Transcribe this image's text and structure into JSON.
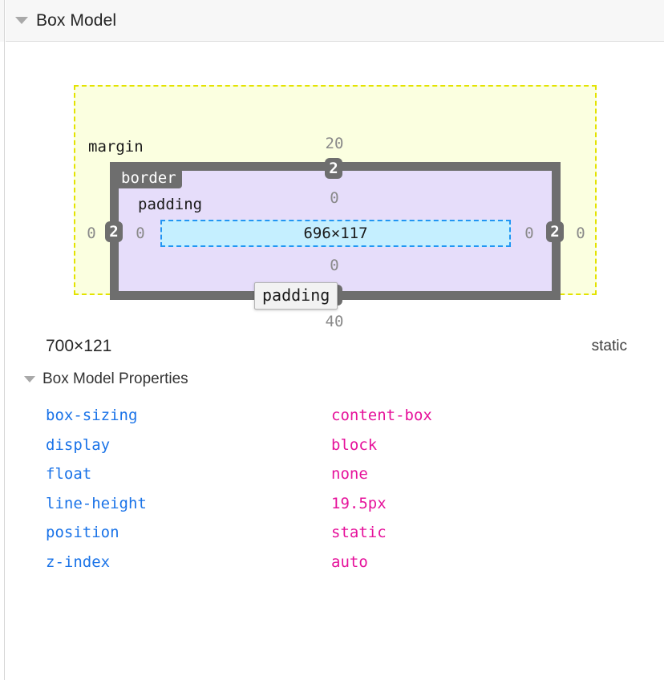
{
  "panel": {
    "title": "Box Model",
    "expander_icon": "triangle-down-icon"
  },
  "box_model": {
    "labels": {
      "margin": "margin",
      "border": "border",
      "padding": "padding"
    },
    "content_dimensions": "696×117",
    "values": {
      "margin_top": "20",
      "margin_right": "0",
      "margin_bottom": "40",
      "margin_left": "0",
      "border_top": "2",
      "border_right": "2",
      "border_bottom": "2",
      "border_left": "2",
      "padding_top": "0",
      "padding_right": "0",
      "padding_bottom": "0",
      "padding_left": "0"
    },
    "tooltip": "padding",
    "colors": {
      "margin_fill": "#fbffe0",
      "margin_stroke": "#e3e300",
      "border_fill": "#6e6e6e",
      "padding_fill": "#e6ddfa",
      "content_fill": "#c5efff",
      "content_stroke": "#2196f3",
      "badge_bg": "#6e6e6e"
    }
  },
  "summary": {
    "dimensions": "700×121",
    "position": "static"
  },
  "properties_section": {
    "title": "Box Model Properties",
    "expander_icon": "triangle-down-icon",
    "rows": [
      {
        "name": "box-sizing",
        "value": "content-box"
      },
      {
        "name": "display",
        "value": "block"
      },
      {
        "name": "float",
        "value": "none"
      },
      {
        "name": "line-height",
        "value": "19.5px"
      },
      {
        "name": "position",
        "value": "static"
      },
      {
        "name": "z-index",
        "value": "auto"
      }
    ],
    "colors": {
      "name": "#1a73e8",
      "value": "#e6129b"
    }
  }
}
